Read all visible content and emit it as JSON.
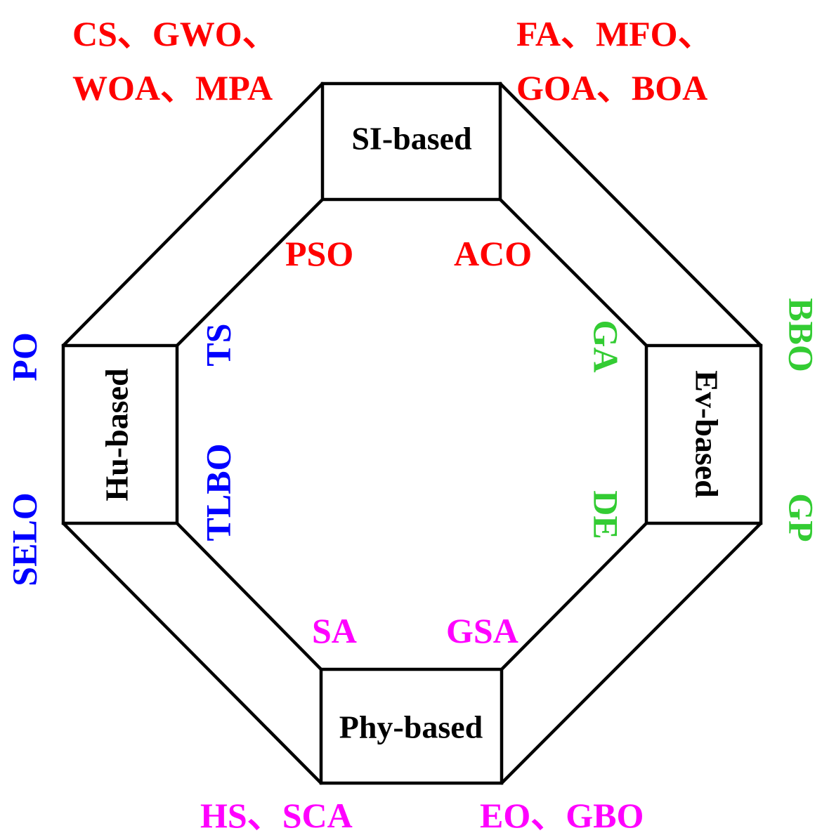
{
  "colors": {
    "outline": "#000000",
    "swarm": "#ff0000",
    "human": "#0000ff",
    "evolution": "#33cc33",
    "physics": "#ff00ff"
  },
  "categories": {
    "si": "SI-based",
    "hu": "Hu-based",
    "ev": "Ev-based",
    "phy": "Phy-based"
  },
  "algorithms": {
    "si_outer_left_1": "CS、GWO、",
    "si_outer_left_2": "WOA、MPA",
    "si_outer_right_1": "FA、MFO、",
    "si_outer_right_2": "GOA、BOA",
    "si_inner_left": "PSO",
    "si_inner_right": "ACO",
    "hu_outer_top": "PO",
    "hu_outer_bottom": "SELO",
    "hu_inner_top": "TS",
    "hu_inner_bottom": "TLBO",
    "ev_outer_top": "BBO",
    "ev_outer_bottom": "GP",
    "ev_inner_top": "GA",
    "ev_inner_bottom": "DE",
    "phy_inner_left": "SA",
    "phy_inner_right": "GSA",
    "phy_outer_left": "HS、SCA",
    "phy_outer_right": "EO、GBO"
  }
}
